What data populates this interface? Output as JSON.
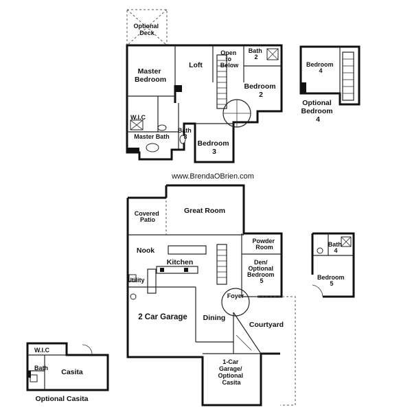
{
  "website": "www.BrendaOBrien.com",
  "upper_floor": {
    "optional_deck": [
      "Optional",
      "Deck"
    ],
    "master_bedroom": [
      "Master",
      "Bedroom"
    ],
    "loft": "Loft",
    "open_to_below": [
      "Open",
      "to",
      "Below"
    ],
    "bath2": [
      "Bath",
      "2"
    ],
    "bedroom2": [
      "Bedroom",
      "2"
    ],
    "wic": "W.I.C",
    "master_bath": "Master Bath",
    "bath3": [
      "Bath",
      "3"
    ],
    "bedroom3": [
      "Bedroom",
      "3"
    ]
  },
  "upper_alt": {
    "bedroom4": [
      "Bedroom",
      "4"
    ],
    "optional_bedroom4": [
      "Optional",
      "Bedroom",
      "4"
    ]
  },
  "main_floor": {
    "covered_patio": [
      "Covered",
      "Patio"
    ],
    "great_room": "Great Room",
    "nook": "Nook",
    "kitchen": "Kitchen",
    "utility": "Utility",
    "powder_room": [
      "Powder",
      "Room"
    ],
    "den": [
      "Den/",
      "Optional",
      "Bedroom",
      "5"
    ],
    "foyer": "Foyer",
    "garage2": "2 Car Garage",
    "dining": "Dining",
    "courtyard": "Courtyard",
    "garage1": [
      "1-Car",
      "Garage/",
      "Optional",
      "Casita"
    ]
  },
  "main_alt": {
    "bath4": [
      "Bath",
      "4"
    ],
    "bedroom5": [
      "Bedroom",
      "5"
    ]
  },
  "casita": {
    "wic": "W.I.C",
    "bath": "Bath",
    "casita": "Casita",
    "caption": "Optional Casita"
  }
}
